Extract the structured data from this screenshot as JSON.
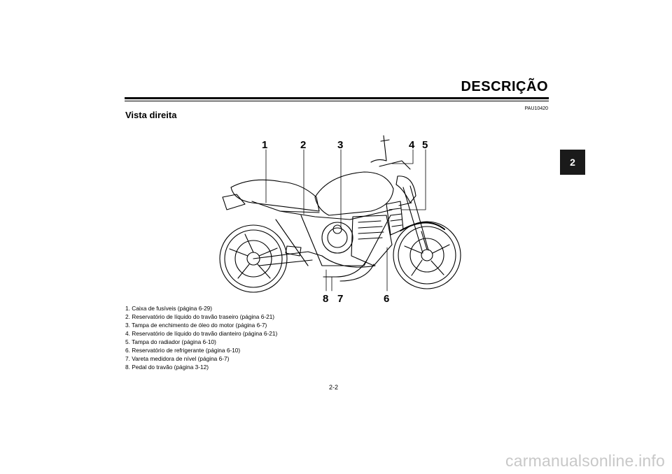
{
  "header": {
    "title": "DESCRIÇÃO",
    "code": "PAU10420"
  },
  "section": {
    "title": "Vista direita"
  },
  "chapter_tab": "2",
  "figure": {
    "callouts": [
      "1",
      "2",
      "3",
      "4",
      "5",
      "6",
      "7",
      "8"
    ]
  },
  "legend": [
    "1. Caixa de fusíveis (página 6-29)",
    "2. Reservatório de líquido do travão traseiro (página 6-21)",
    "3. Tampa de enchimento de óleo do motor (página 6-7)",
    "4. Reservatório de líquido do travão dianteiro (página 6-21)",
    "5. Tampa do radiador (página 6-10)",
    "6. Reservatório de refrigerante (página 6-10)",
    "7. Vareta medidora de nível (página 6-7)",
    "8. Pedal do travão (página 3-12)"
  ],
  "page_number": "2-2",
  "watermark": "carmanualsonline.info"
}
